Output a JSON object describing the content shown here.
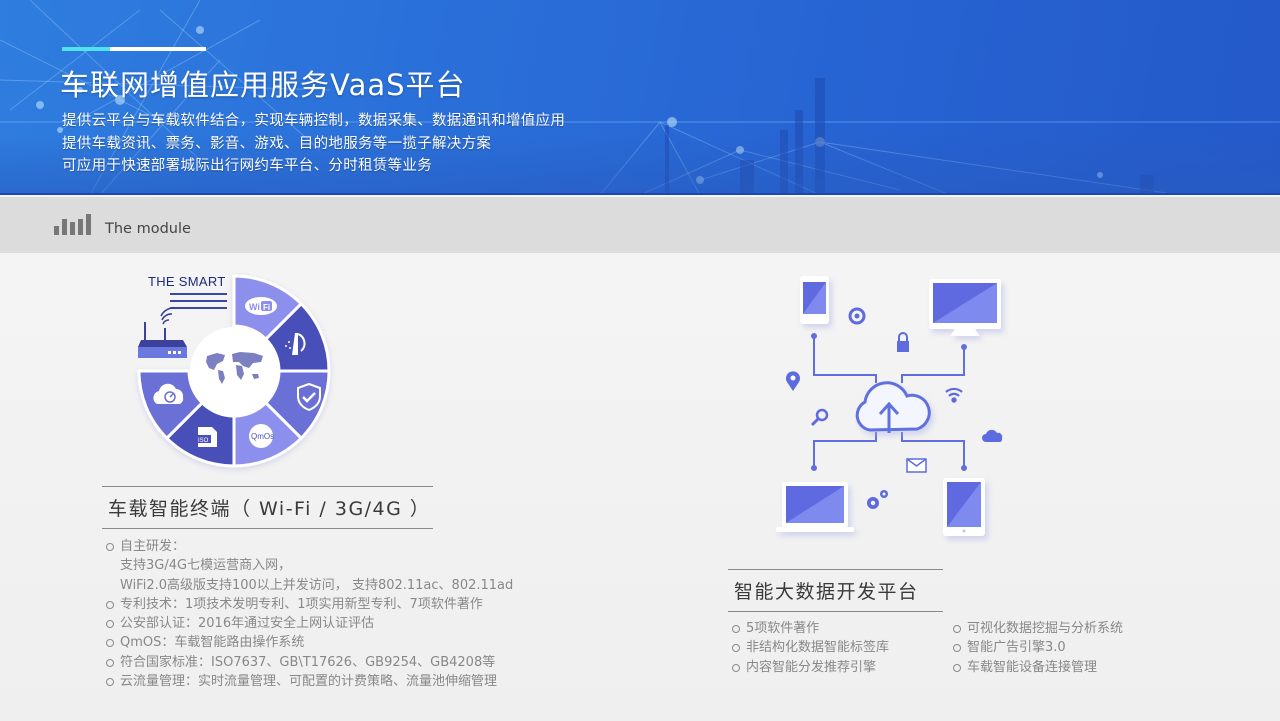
{
  "banner": {
    "title": "车联网增值应用服务VaaS平台",
    "lines": [
      "提供云平台与车载软件结合，实现车辆控制，数据采集、数据通讯和增值应用",
      "提供车载资讯、票务、影音、游戏、目的地服务等一揽子解决方案",
      "可应用于快速部署城际出行网约车平台、分时租赁等业务"
    ],
    "accent_colors": {
      "cyan": "#4fe3ee",
      "blue": "#2a6fd9"
    }
  },
  "module": {
    "icon": "bar-chart-icon",
    "label": "The module"
  },
  "left_card": {
    "graphic": {
      "heading": "THE SMART",
      "center_icon": "world-map-icon",
      "corner_icon": "router-icon",
      "segments": [
        {
          "icon": "wifi-cloud-icon",
          "label": "Wi Fi",
          "color": "#8c90ec"
        },
        {
          "icon": "road-navigation-icon",
          "label": "",
          "color": "#4a50b8"
        },
        {
          "icon": "shield-check-icon",
          "label": "",
          "color": "#6a70d6"
        },
        {
          "icon": "qmos-badge-icon",
          "label": "QmOs",
          "color": "#8c90ec"
        },
        {
          "icon": "iso-file-icon",
          "label": "ISO",
          "color": "#4a50b8"
        },
        {
          "icon": "cloud-gauge-icon",
          "label": "",
          "color": "#6a70d6"
        }
      ]
    },
    "title": "车载智能终端（ Wi-Fi / 3G/4G ）",
    "bullets": [
      {
        "text": "自主研发：",
        "sub": [
          "支持3G/4G七模运营商入网，",
          "WiFi2.0高级版支持100以上并发访问， 支持802.11ac、802.11ad"
        ]
      },
      {
        "text": "专利技术：1项技术发明专利、1项实用新型专利、7项软件著作",
        "sub": []
      },
      {
        "text": "公安部认证：2016年通过安全上网认证评估",
        "sub": []
      },
      {
        "text": "QmOS：车载智能路由操作系统",
        "sub": []
      },
      {
        "text": "符合国家标准：ISO7637、GB\\T17626、GB9254、GB4208等",
        "sub": []
      },
      {
        "text": "云流量管理：实时流量管理、可配置的计费策略、流量池伸缩管理",
        "sub": []
      }
    ]
  },
  "right_card": {
    "graphic": {
      "center_icon": "cloud-upload-icon",
      "devices": [
        "smartphone-icon",
        "desktop-monitor-icon",
        "laptop-icon",
        "tablet-icon"
      ],
      "small_icons": [
        "at-sign-icon",
        "lock-icon",
        "location-pin-icon",
        "wifi-icon",
        "search-icon",
        "cloud-icon",
        "mail-icon",
        "gears-icon"
      ]
    },
    "title": "智能大数据开发平台",
    "bullets_col1": [
      "5项软件著作",
      "非结构化数据智能标签库",
      "内容智能分发推荐引擎"
    ],
    "bullets_col2": [
      "可视化数据挖掘与分析系统",
      "智能广告引擎3.0",
      "车载智能设备连接管理"
    ]
  }
}
